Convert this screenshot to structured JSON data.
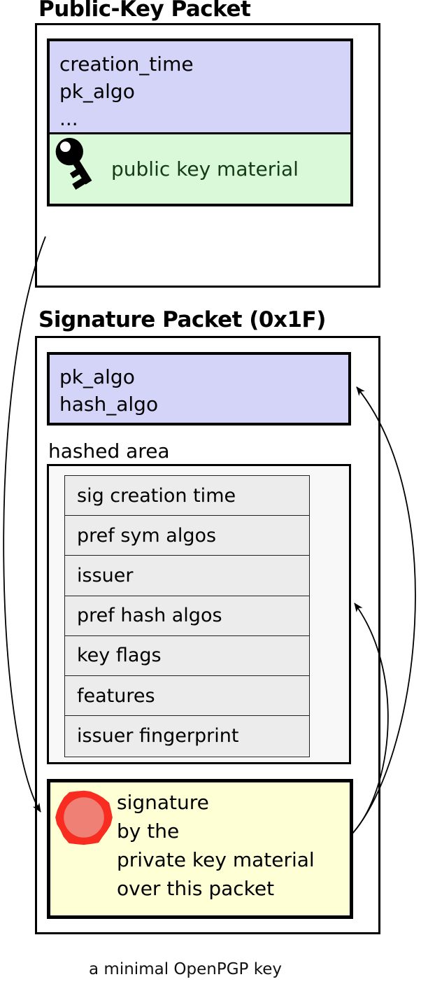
{
  "caption": "a minimal OpenPGP key",
  "public_key_packet": {
    "title": "Public-Key Packet",
    "fields": [
      "creation_time",
      "pk_algo",
      "..."
    ],
    "key_material": "public key material"
  },
  "signature_packet": {
    "title": "Signature Packet (0x1F)",
    "fields": [
      "pk_algo",
      "hash_algo"
    ],
    "hashed_area_label": "hashed area",
    "subpackets": [
      "sig creation time",
      "pref sym algos",
      "issuer",
      "pref hash algos",
      "key flags",
      "features",
      "issuer fingerprint"
    ],
    "signature_text": [
      "signature",
      "by the",
      "private key material",
      "over this packet"
    ]
  },
  "icons": {
    "key": "key-icon",
    "seal": "seal-icon"
  },
  "colors": {
    "field_header_bg": "#d4d4f8",
    "key_material_bg": "#d9f9d9",
    "key_material_text": "#143c14",
    "signature_bg": "#ffffd6",
    "hashed_area_bg": "#f8f8f8",
    "subpacket_row_bg": "#ececec",
    "seal_outer": "#f92c21",
    "seal_inner": "#ee8076"
  }
}
